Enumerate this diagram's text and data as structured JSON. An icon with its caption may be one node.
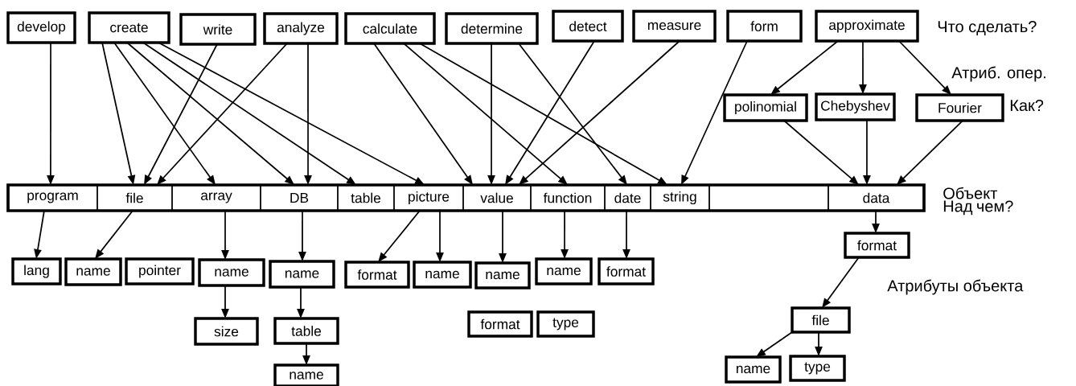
{
  "diagram": {
    "nodes": [
      {
        "text": [
          "develop"
        ]
      },
      {
        "text": [
          "create"
        ]
      },
      {
        "text": [
          "write"
        ]
      },
      {
        "text": [
          "analyze"
        ]
      },
      {
        "text": [
          "calculate"
        ]
      },
      {
        "text": [
          "determine"
        ]
      },
      {
        "text": [
          "detect"
        ]
      },
      {
        "text": [
          "measure"
        ]
      },
      {
        "text": [
          "form"
        ]
      },
      {
        "text": [
          "approximate"
        ]
      },
      {
        "text": [
          "polinomial"
        ]
      },
      {
        "text": [
          "Chebyshev"
        ]
      },
      {
        "text": [
          "Fourier"
        ]
      },
      {
        "text": [],
        "shape": "bar"
      },
      {
        "text": [
          "program"
        ],
        "in": 13
      },
      {
        "text": [
          "file"
        ],
        "in": 13
      },
      {
        "text": [
          "array"
        ],
        "in": 13
      },
      {
        "text": [
          "DB"
        ],
        "in": 13
      },
      {
        "text": [
          "table"
        ],
        "in": 13
      },
      {
        "text": [
          "picture"
        ],
        "in": 13
      },
      {
        "text": [
          "value"
        ],
        "in": 13
      },
      {
        "text": [
          "function"
        ],
        "in": 13
      },
      {
        "text": [
          "date"
        ],
        "in": 13
      },
      {
        "text": [
          "string"
        ],
        "in": 13
      },
      {
        "text": [],
        "shape": "box",
        "in": 13
      },
      {
        "text": [
          "data"
        ],
        "in": 13
      },
      {
        "text": [
          "lang"
        ]
      },
      {
        "text": [
          "name"
        ]
      },
      {
        "text": [
          "pointer"
        ]
      },
      {
        "text": [
          "name"
        ]
      },
      {
        "text": [
          "name"
        ]
      },
      {
        "text": [
          "format"
        ]
      },
      {
        "text": [
          "name"
        ]
      },
      {
        "text": [
          "name"
        ]
      },
      {
        "text": [
          "name"
        ]
      },
      {
        "text": [
          "format"
        ]
      },
      {
        "text": [
          "size"
        ]
      },
      {
        "text": [
          "table"
        ]
      },
      {
        "text": [
          "name"
        ]
      },
      {
        "text": [
          "format"
        ]
      },
      {
        "text": [
          "type"
        ]
      },
      {
        "text": [
          "format"
        ]
      },
      {
        "text": [
          "file"
        ]
      },
      {
        "text": [
          "name"
        ]
      },
      {
        "text": [
          "type"
        ]
      }
    ],
    "edges": [
      {
        "from": 0,
        "to": 14,
        "arrow": "to"
      },
      {
        "from": 1,
        "to": 15,
        "arrow": "to"
      },
      {
        "from": 1,
        "to": 16,
        "arrow": "to"
      },
      {
        "from": 1,
        "to": 17,
        "arrow": "to"
      },
      {
        "from": 1,
        "to": 18,
        "arrow": "to"
      },
      {
        "from": 1,
        "to": 19,
        "arrow": "to"
      },
      {
        "from": 2,
        "to": 15,
        "arrow": "to"
      },
      {
        "from": 3,
        "to": 15,
        "arrow": "to"
      },
      {
        "from": 3,
        "to": 17,
        "arrow": "to"
      },
      {
        "from": 4,
        "to": 20,
        "arrow": "to"
      },
      {
        "from": 4,
        "to": 21,
        "arrow": "to"
      },
      {
        "from": 4,
        "to": 23,
        "arrow": "to"
      },
      {
        "from": 5,
        "to": 20,
        "arrow": "to"
      },
      {
        "from": 5,
        "to": 22,
        "arrow": "to"
      },
      {
        "from": 6,
        "to": 20,
        "arrow": "to"
      },
      {
        "from": 7,
        "to": 20,
        "arrow": "to"
      },
      {
        "from": 8,
        "to": 23,
        "arrow": "to"
      },
      {
        "from": 9,
        "to": 10,
        "arrow": "to"
      },
      {
        "from": 9,
        "to": 11,
        "arrow": "to"
      },
      {
        "from": 9,
        "to": 12,
        "arrow": "to"
      },
      {
        "from": 10,
        "to": 25,
        "arrow": "to"
      },
      {
        "from": 11,
        "to": 25,
        "arrow": "to"
      },
      {
        "from": 12,
        "to": 25,
        "arrow": "to"
      },
      {
        "from": 14,
        "to": 26,
        "arrow": "to"
      },
      {
        "from": 15,
        "to": 27,
        "arrow": "to"
      },
      {
        "from": 16,
        "to": 29,
        "arrow": "to"
      },
      {
        "from": 29,
        "to": 36,
        "arrow": "to"
      },
      {
        "from": 17,
        "to": 30,
        "arrow": "to"
      },
      {
        "from": 30,
        "to": 37,
        "arrow": "to"
      },
      {
        "from": 37,
        "to": 38,
        "arrow": "to"
      },
      {
        "from": 19,
        "to": 31,
        "arrow": "to"
      },
      {
        "from": 19,
        "to": 32,
        "arrow": "to"
      },
      {
        "from": 20,
        "to": 33,
        "arrow": "to"
      },
      {
        "from": 21,
        "to": 34,
        "arrow": "to"
      },
      {
        "from": 22,
        "to": 35,
        "arrow": "to"
      },
      {
        "from": 25,
        "to": 41,
        "arrow": "to"
      },
      {
        "from": 41,
        "to": 42,
        "arrow": "to"
      },
      {
        "from": 42,
        "to": 43,
        "arrow": "to"
      },
      {
        "from": 42,
        "to": 44,
        "arrow": "to"
      }
    ],
    "labels": [
      "Что сделать?",
      "Атриб. опер.",
      "Как?",
      "Объект Над чем?",
      "Атрибуты объекта"
    ]
  }
}
